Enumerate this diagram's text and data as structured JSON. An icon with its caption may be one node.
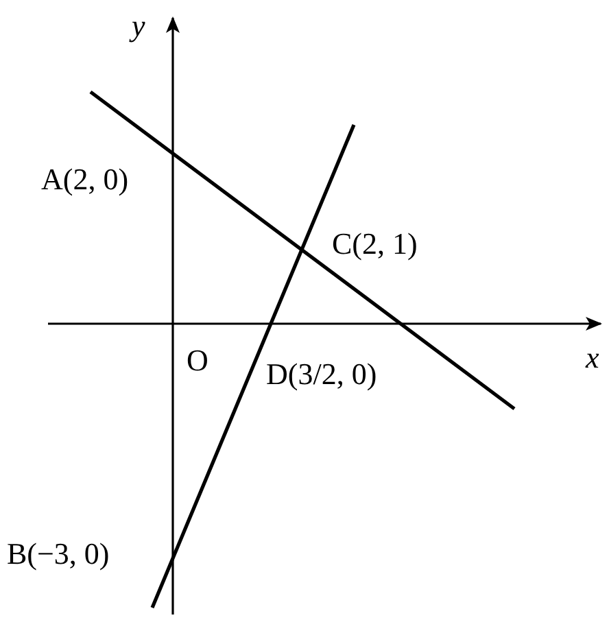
{
  "diagram": {
    "labels": [
      "y",
      "A(2, 0)",
      "C(2, 1)",
      "O",
      "x",
      "D(3/2, 0)",
      "B(−3, 0)"
    ]
  }
}
